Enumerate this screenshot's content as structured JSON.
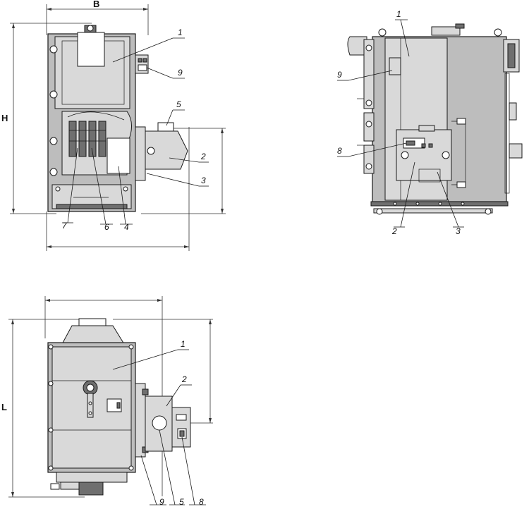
{
  "dimensions": {
    "width": "B",
    "height": "H",
    "length": "L"
  },
  "front_view_callouts": [
    "1",
    "9",
    "5",
    "2",
    "3",
    "4",
    "6",
    "7"
  ],
  "side_view_callouts": [
    "1",
    "9",
    "8",
    "2",
    "3"
  ],
  "top_view_callouts": [
    "1",
    "2",
    "9",
    "5",
    "8"
  ],
  "colors": {
    "body": "#bdbdbd",
    "panel": "#d9d9d9",
    "dark": "#6f6f6f",
    "line": "#1a1a1a"
  }
}
